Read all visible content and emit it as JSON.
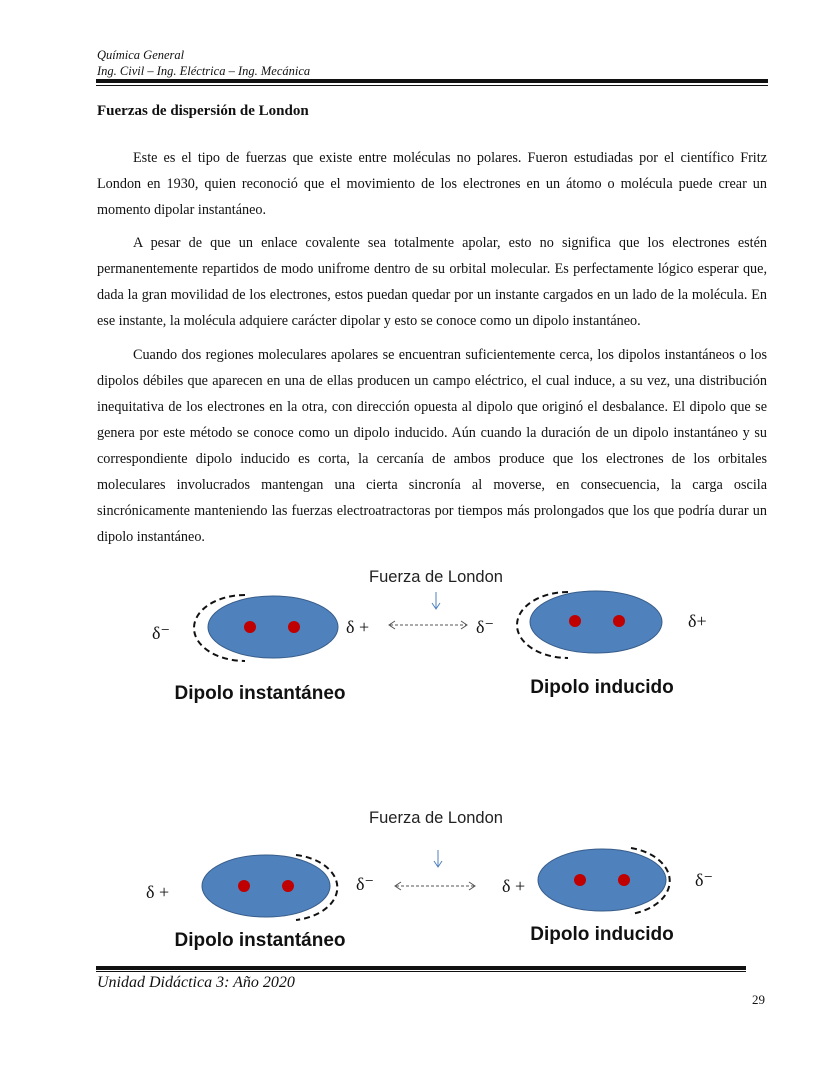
{
  "header": {
    "course": "Química General",
    "careers": "Ing. Civil – Ing. Eléctrica – Ing. Mecánica"
  },
  "section_title": "Fuerzas de dispersión de London",
  "paragraphs": [
    "Este es el tipo de fuerzas que existe entre moléculas no polares. Fueron estudiadas por el científico Fritz London en 1930, quien reconoció que el movimiento de los electrones en un átomo o molécula puede crear un momento dipolar instantáneo.",
    "A pesar de que un enlace covalente sea totalmente apolar, esto no significa que los electrones estén permanentemente repartidos de modo unifrome dentro de su orbital molecular. Es perfectamente lógico esperar que, dada la gran movilidad de los electrones, estos puedan quedar por un instante cargados en un lado de la molécula. En ese instante, la molécula adquiere carácter dipolar y esto se conoce como un dipolo instantáneo.",
    "Cuando dos regiones moleculares apolares se encuentran suficientemente cerca, los dipolos instantáneos o los dipolos débiles que aparecen en una de ellas producen un campo eléctrico, el cual induce, a su vez, una distribución inequitativa de los electrones en la otra, con dirección opuesta al dipolo que originó el desbalance. El dipolo que se genera por este método se conoce como un dipolo inducido. Aún cuando la duración de un dipolo instantáneo y su correspondiente dipolo inducido es corta, la cercanía de ambos produce que los electrones de los orbitales moleculares involucrados mantengan una cierta sincronía al moverse, en consecuencia, la carga oscila sincrónicamente manteniendo las fuerzas electroatractoras por tiempos más prolongados que los que podría durar un dipolo instantáneo."
  ],
  "diagram1": {
    "force_label": "Fuerza de London",
    "left_charge_a": "δ⁻",
    "left_charge_b": "δ +",
    "right_charge_a": "δ⁻",
    "right_charge_b": "δ+",
    "label_instant": "Dipolo instantáneo",
    "label_induced": "Dipolo inducido"
  },
  "diagram2": {
    "force_label": "Fuerza de London",
    "left_charge_a": "δ +",
    "left_charge_b": "δ⁻",
    "right_charge_a": "δ +",
    "right_charge_b": "δ⁻",
    "label_instant": "Dipolo instantáneo",
    "label_induced": "Dipolo inducido"
  },
  "colors": {
    "molecule_fill": "#4f81bd",
    "molecule_stroke": "#385d8a",
    "electron": "#c00000",
    "arrow": "#4f81bd"
  },
  "footer": {
    "unit": "Unidad Didáctica 3: Año 2020",
    "page_number": "29"
  }
}
